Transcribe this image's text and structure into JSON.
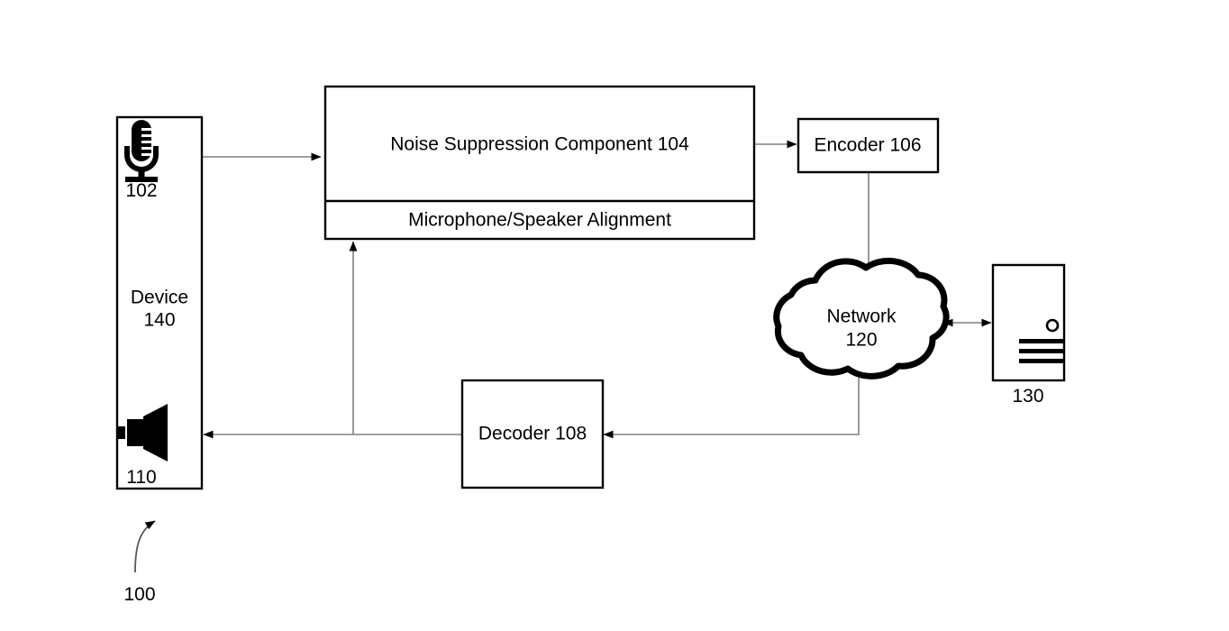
{
  "figure": {
    "reference_numeral": "100",
    "background_color": "#ffffff",
    "line_color": "#808080",
    "stroke_color": "#000000"
  },
  "nodes": {
    "device": {
      "label_line1": "Device",
      "label_line2": "140",
      "microphone_ref": "102",
      "speaker_ref": "110",
      "microphone_icon": "microphone-icon",
      "speaker_icon": "speaker-icon"
    },
    "noise_suppression": {
      "title": "Noise Suppression Component 104",
      "subsection": "Microphone/Speaker Alignment"
    },
    "encoder": {
      "label": "Encoder 106"
    },
    "decoder": {
      "label": "Decoder 108"
    },
    "network": {
      "label_line1": "Network",
      "label_line2": "120"
    },
    "server": {
      "reference_numeral": "130",
      "icon": "server-icon"
    }
  },
  "connections": [
    {
      "name": "microphone-to-noise-suppression",
      "from": "device-microphone",
      "to": "noise-suppression-component",
      "arrow": "single"
    },
    {
      "name": "noise-suppression-to-encoder",
      "from": "noise-suppression-component",
      "to": "encoder",
      "arrow": "single"
    },
    {
      "name": "encoder-to-network",
      "from": "encoder",
      "to": "network",
      "arrow": "single"
    },
    {
      "name": "network-to-server",
      "from": "network",
      "to": "server",
      "arrow": "double"
    },
    {
      "name": "network-to-decoder",
      "from": "network",
      "to": "decoder",
      "arrow": "single"
    },
    {
      "name": "decoder-to-speaker",
      "from": "decoder",
      "to": "device-speaker",
      "arrow": "single"
    },
    {
      "name": "decoder-to-alignment",
      "from": "decoder",
      "to": "microphone-speaker-alignment",
      "arrow": "single"
    }
  ]
}
